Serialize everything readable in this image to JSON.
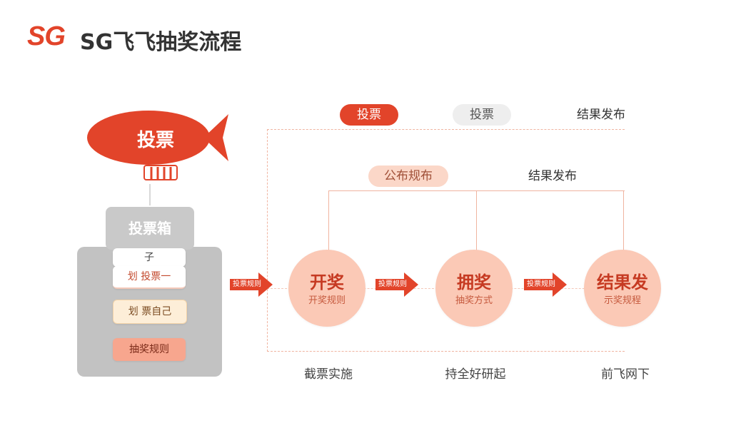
{
  "header": {
    "logo": "SG",
    "title": "SG飞飞抽奖流程"
  },
  "blimp": {
    "label": "投票"
  },
  "ballot_box": {
    "top_label": "投票箱",
    "cards": [
      "子",
      "划 投票一",
      "划 票自己",
      "抽奖规则"
    ]
  },
  "tags": {
    "row1": [
      "投票",
      "投票",
      "结果发布"
    ],
    "row2": [
      "公布规布",
      "结果发布"
    ]
  },
  "arrows": [
    "投票规则",
    "投票规则",
    "投票规则"
  ],
  "stages": [
    {
      "title": "开奖",
      "subtitle": "开奖规则"
    },
    {
      "title": "拥奖",
      "subtitle": "抽奖方式"
    },
    {
      "title": "结果发",
      "subtitle": "示奖规程"
    }
  ],
  "captions": [
    "截票实施",
    "持全好研起",
    "前飞网下"
  ],
  "colors": {
    "accent": "#e2442a",
    "stage_fill": "#fbc9b6",
    "box_gray": "#c2c2c2"
  }
}
